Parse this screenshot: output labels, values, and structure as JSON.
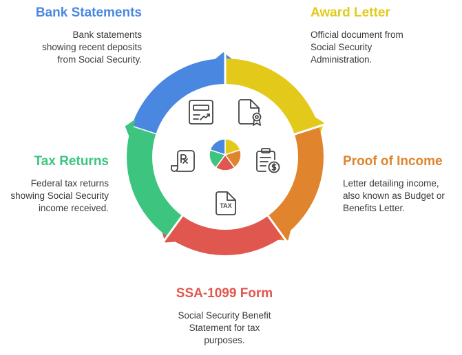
{
  "colors": {
    "blue": "#4A87E0",
    "yellow": "#E3CA1A",
    "orange": "#E0842E",
    "red": "#E0574F",
    "green": "#3DC57F",
    "icon": "#444444"
  },
  "segments": [
    {
      "id": "bank",
      "title": "Bank Statements",
      "description": [
        "Bank statements",
        "showing recent deposits",
        "from Social Security."
      ],
      "color": "#4A87E0",
      "icon": "chart-document-icon"
    },
    {
      "id": "award",
      "title": "Award Letter",
      "description": [
        "Official document from",
        "Social Security",
        "Administration."
      ],
      "color": "#E3CA1A",
      "icon": "certificate-document-icon"
    },
    {
      "id": "proof",
      "title": "Proof of Income",
      "description": [
        "Letter detailing income,",
        "also known as Budget or",
        "Benefits Letter."
      ],
      "color": "#E0842E",
      "icon": "clipboard-dollar-icon"
    },
    {
      "id": "ssa",
      "title": "SSA-1099 Form",
      "description": [
        "Social Security Benefit",
        "Statement for tax",
        "purposes."
      ],
      "color": "#E0574F",
      "icon": "tax-document-icon"
    },
    {
      "id": "tax",
      "title": "Tax Returns",
      "description": [
        "Federal tax returns",
        "showing Social Security",
        "income received."
      ],
      "color": "#3DC57F",
      "icon": "prescription-scroll-icon"
    }
  ],
  "icons": {
    "tax_text": "TAX"
  }
}
